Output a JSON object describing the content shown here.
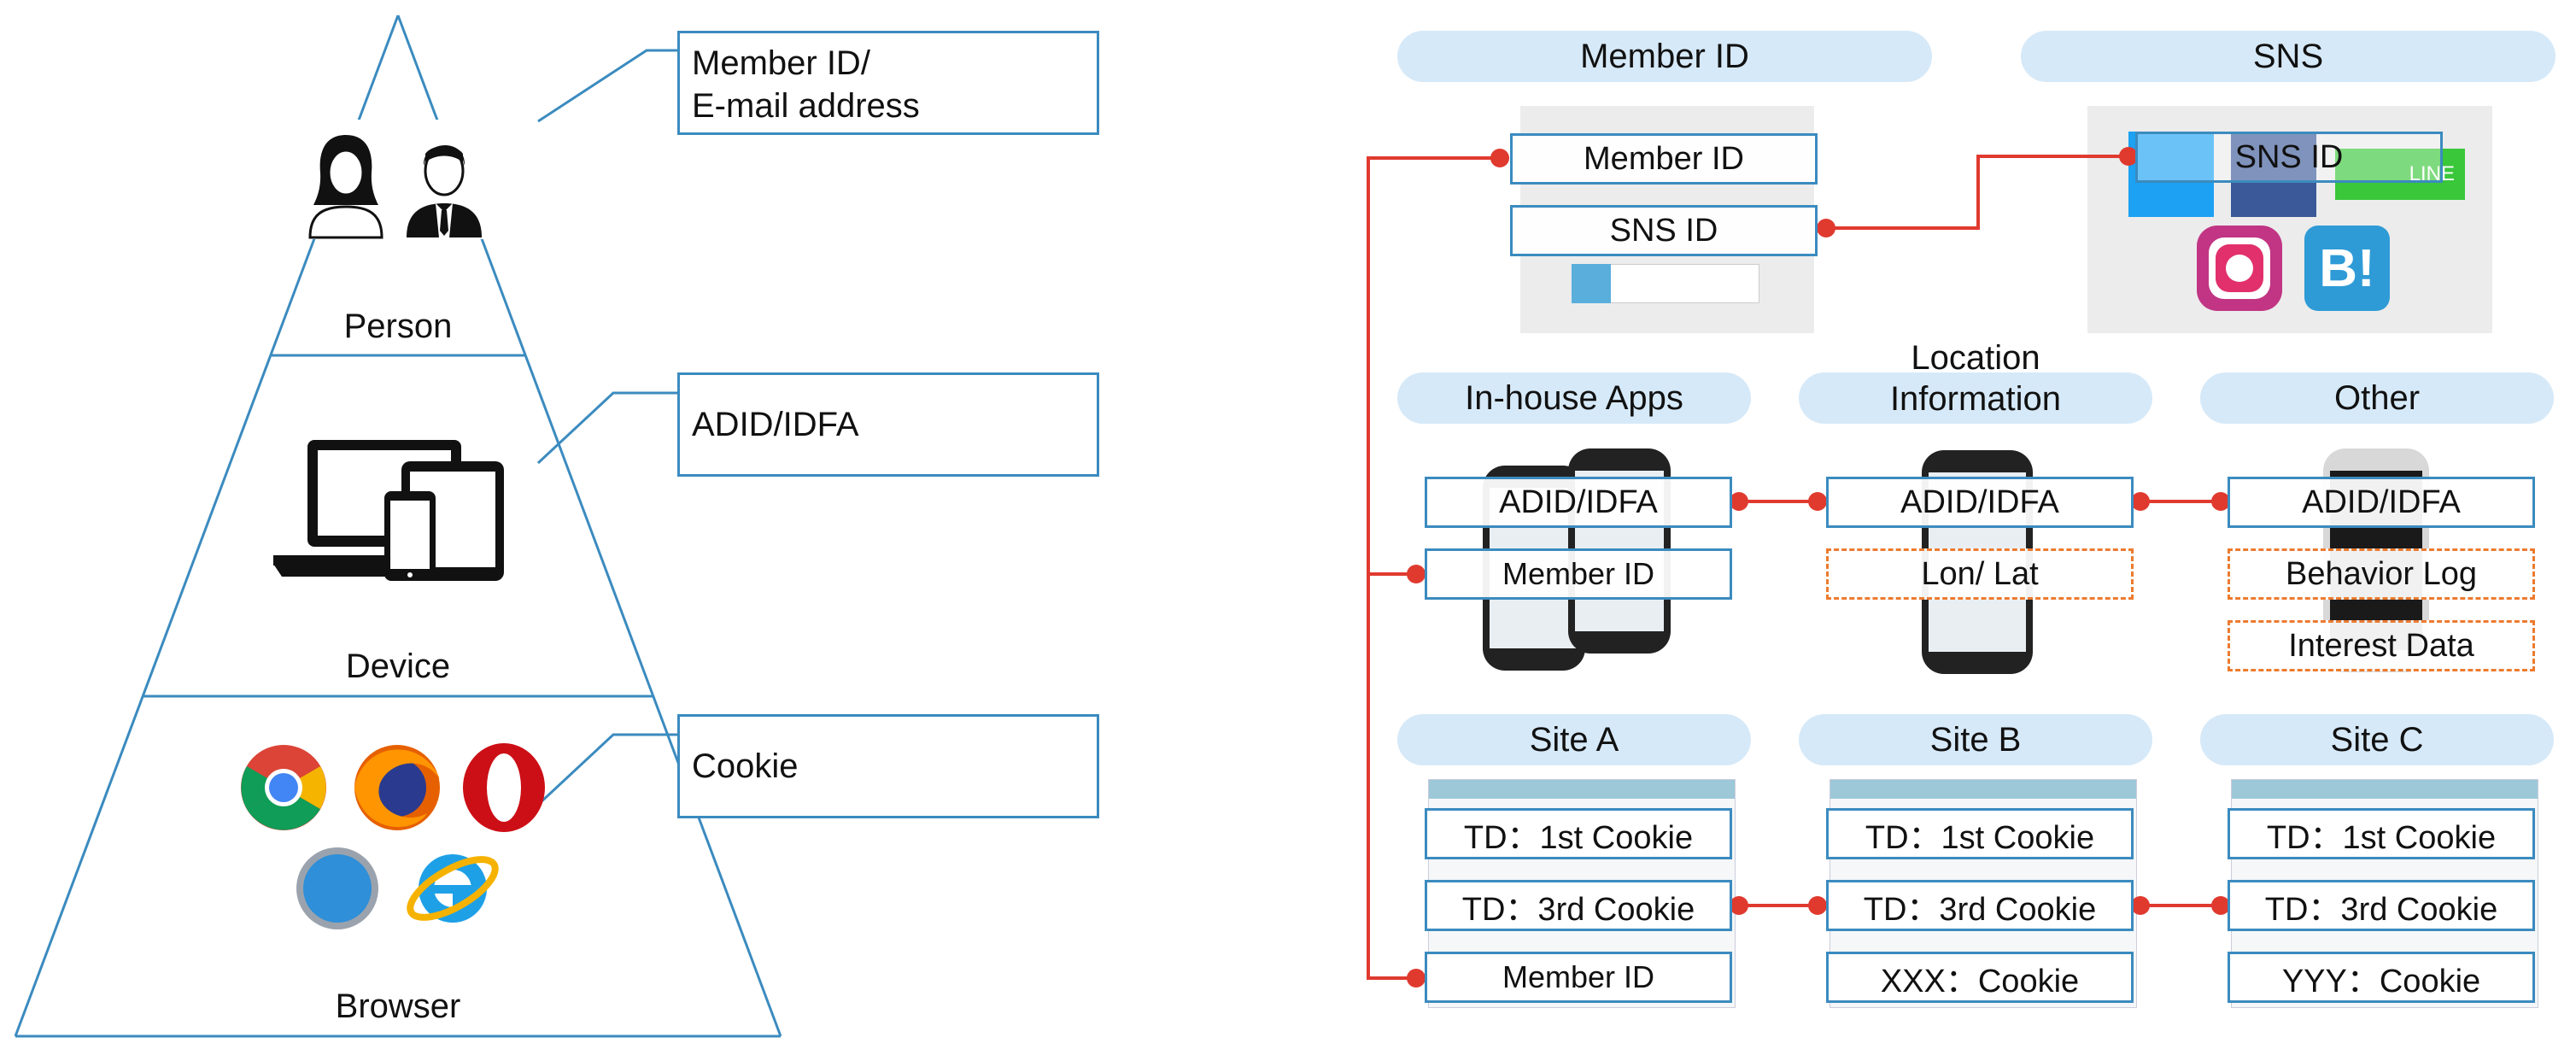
{
  "pyramid": {
    "layers": [
      {
        "label": "Person"
      },
      {
        "label": "Device"
      },
      {
        "label": "Browser"
      }
    ],
    "callouts": [
      {
        "lines": [
          "Member ID/",
          "E-mail address"
        ]
      },
      {
        "lines": [
          "ADID/IDFA"
        ]
      },
      {
        "lines": [
          "Cookie"
        ]
      }
    ],
    "icons": {
      "person": [
        "woman-user-icon",
        "man-user-icon"
      ],
      "device": [
        "laptop-icon",
        "tablet-icon",
        "smartphone-icon"
      ],
      "browser": [
        "chrome-icon",
        "firefox-icon",
        "opera-icon",
        "safari-icon",
        "internet-explorer-icon"
      ]
    }
  },
  "right": {
    "member_id": {
      "header": "Member ID",
      "fields": [
        "Member ID",
        "SNS ID"
      ]
    },
    "sns": {
      "header": "SNS",
      "field": "SNS ID",
      "icons": [
        "twitter-icon",
        "facebook-icon",
        "line-icon",
        "instagram-icon",
        "hatena-bookmark-icon"
      ],
      "line_text": "LINE"
    },
    "apps": {
      "header": "In-house Apps",
      "fields": [
        "ADID/IDFA",
        "Member ID"
      ]
    },
    "location": {
      "header": "Location\nInformation",
      "header_lines": [
        "Location",
        "Information"
      ],
      "fields": [
        "ADID/IDFA"
      ],
      "dashed": [
        "Lon/ Lat"
      ]
    },
    "other": {
      "header": "Other",
      "fields": [
        "ADID/IDFA"
      ],
      "dashed": [
        "Behavior Log",
        "Interest Data"
      ]
    },
    "site_a": {
      "header": "Site A",
      "fields": [
        "TD：1st Cookie",
        "TD：3rd Cookie",
        "Member ID"
      ]
    },
    "site_b": {
      "header": "Site B",
      "fields": [
        "TD：1st Cookie",
        "TD：3rd Cookie",
        "XXX：Cookie"
      ]
    },
    "site_c": {
      "header": "Site C",
      "fields": [
        "TD：1st Cookie",
        "TD：3rd Cookie",
        "YYY：Cookie"
      ]
    }
  },
  "colors": {
    "outline": "#3b8bbf",
    "pill": "#d6e9f8",
    "connector": "#e03a2f",
    "dashed": "#ec7b2f"
  }
}
